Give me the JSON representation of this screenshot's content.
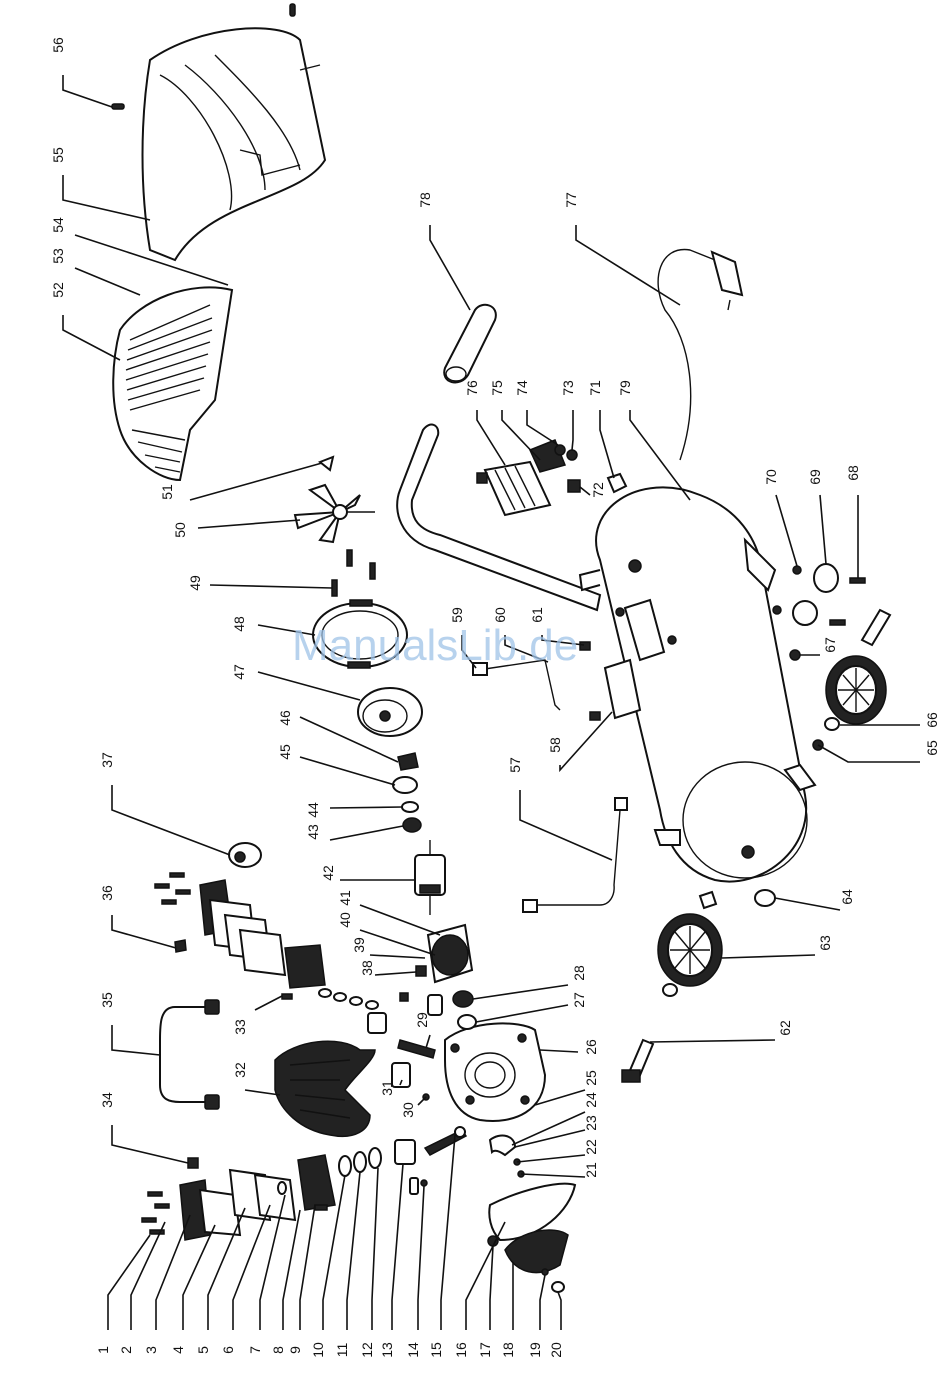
{
  "watermark": "ManualsLib.de",
  "callouts": [
    {
      "id": "1",
      "label": "1"
    },
    {
      "id": "2",
      "label": "2"
    },
    {
      "id": "3",
      "label": "3"
    },
    {
      "id": "4",
      "label": "4"
    },
    {
      "id": "5",
      "label": "5"
    },
    {
      "id": "6",
      "label": "6"
    },
    {
      "id": "7",
      "label": "7"
    },
    {
      "id": "8",
      "label": "8"
    },
    {
      "id": "9",
      "label": "9"
    },
    {
      "id": "10",
      "label": "10"
    },
    {
      "id": "11",
      "label": "11"
    },
    {
      "id": "12",
      "label": "12"
    },
    {
      "id": "13",
      "label": "13"
    },
    {
      "id": "14",
      "label": "14"
    },
    {
      "id": "15",
      "label": "15"
    },
    {
      "id": "16",
      "label": "16"
    },
    {
      "id": "17",
      "label": "17"
    },
    {
      "id": "18",
      "label": "18"
    },
    {
      "id": "19",
      "label": "19"
    },
    {
      "id": "20",
      "label": "20"
    },
    {
      "id": "21",
      "label": "21"
    },
    {
      "id": "22",
      "label": "22"
    },
    {
      "id": "23",
      "label": "23"
    },
    {
      "id": "24",
      "label": "24"
    },
    {
      "id": "25",
      "label": "25"
    },
    {
      "id": "26",
      "label": "26"
    },
    {
      "id": "27",
      "label": "27"
    },
    {
      "id": "28",
      "label": "28"
    },
    {
      "id": "29",
      "label": "29"
    },
    {
      "id": "30",
      "label": "30"
    },
    {
      "id": "31",
      "label": "31"
    },
    {
      "id": "32",
      "label": "32"
    },
    {
      "id": "33",
      "label": "33"
    },
    {
      "id": "34",
      "label": "34"
    },
    {
      "id": "35",
      "label": "35"
    },
    {
      "id": "36",
      "label": "36"
    },
    {
      "id": "37",
      "label": "37"
    },
    {
      "id": "38",
      "label": "38"
    },
    {
      "id": "39",
      "label": "39"
    },
    {
      "id": "40",
      "label": "40"
    },
    {
      "id": "41",
      "label": "41"
    },
    {
      "id": "42",
      "label": "42"
    },
    {
      "id": "43",
      "label": "43"
    },
    {
      "id": "44",
      "label": "44"
    },
    {
      "id": "45",
      "label": "45"
    },
    {
      "id": "46",
      "label": "46"
    },
    {
      "id": "47",
      "label": "47"
    },
    {
      "id": "48",
      "label": "48"
    },
    {
      "id": "49",
      "label": "49"
    },
    {
      "id": "50",
      "label": "50"
    },
    {
      "id": "51",
      "label": "51"
    },
    {
      "id": "52",
      "label": "52"
    },
    {
      "id": "53",
      "label": "53"
    },
    {
      "id": "54",
      "label": "54"
    },
    {
      "id": "55",
      "label": "55"
    },
    {
      "id": "56",
      "label": "56"
    },
    {
      "id": "57",
      "label": "57"
    },
    {
      "id": "58",
      "label": "58"
    },
    {
      "id": "59",
      "label": "59"
    },
    {
      "id": "60",
      "label": "60"
    },
    {
      "id": "61",
      "label": "61"
    },
    {
      "id": "62",
      "label": "62"
    },
    {
      "id": "63",
      "label": "63"
    },
    {
      "id": "64",
      "label": "64"
    },
    {
      "id": "65",
      "label": "65"
    },
    {
      "id": "66",
      "label": "66"
    },
    {
      "id": "67",
      "label": "67"
    },
    {
      "id": "68",
      "label": "68"
    },
    {
      "id": "69",
      "label": "69"
    },
    {
      "id": "70",
      "label": "70"
    },
    {
      "id": "71",
      "label": "71"
    },
    {
      "id": "72",
      "label": "72"
    },
    {
      "id": "73",
      "label": "73"
    },
    {
      "id": "74",
      "label": "74"
    },
    {
      "id": "75",
      "label": "75"
    },
    {
      "id": "76",
      "label": "76"
    },
    {
      "id": "77",
      "label": "77"
    },
    {
      "id": "78",
      "label": "78"
    },
    {
      "id": "79",
      "label": "79"
    }
  ]
}
